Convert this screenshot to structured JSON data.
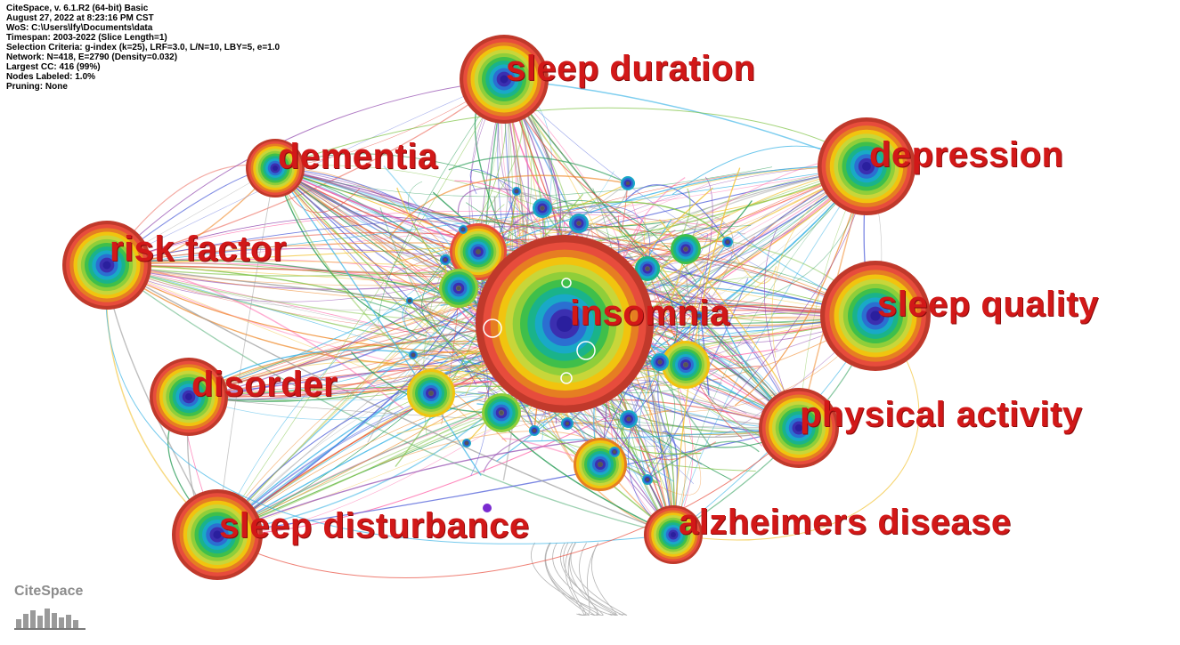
{
  "info": {
    "lines": [
      "CiteSpace, v. 6.1.R2 (64-bit) Basic",
      "August 27, 2022 at 8:23:16 PM CST",
      "WoS: C:\\Users\\lfy\\Documents\\data",
      "Timespan: 2003-2022 (Slice Length=1)",
      "Selection Criteria: g-index (k=25), LRF=3.0, L/N=10, LBY=5, e=1.0",
      "Network: N=418, E=2790 (Density=0.032)",
      "Largest CC: 416 (99%)",
      "Nodes Labeled: 1.0%",
      "Pruning: None"
    ]
  },
  "keywords": [
    {
      "id": "sleep-duration",
      "label": "sleep duration"
    },
    {
      "id": "dementia",
      "label": "dementia"
    },
    {
      "id": "depression",
      "label": "depression"
    },
    {
      "id": "risk-factor",
      "label": "risk factor"
    },
    {
      "id": "insomnia",
      "label": "insomnia"
    },
    {
      "id": "sleep-quality",
      "label": "sleep quality"
    },
    {
      "id": "disorder",
      "label": "disorder"
    },
    {
      "id": "physical-activity",
      "label": "physical activity"
    },
    {
      "id": "sleep-disturbance",
      "label": "sleep disturbance"
    },
    {
      "id": "alzheimers-disease",
      "label": "alzheimers disease"
    }
  ],
  "logo": {
    "text": "CiteSpace"
  },
  "colors": {
    "label": "#d21818",
    "rings": [
      "#c0392b",
      "#e74c3c",
      "#e67e22",
      "#f1c40f",
      "#c8d63a",
      "#8fce3a",
      "#3fbf4a",
      "#1ab38a",
      "#19a9c7",
      "#2b6fd1",
      "#3b2fb0",
      "#666666"
    ],
    "edges": [
      "#3bb4e6",
      "#7cc242",
      "#f2c230",
      "#e84a3a",
      "#8e44ad",
      "#2d9e5a",
      "#f08a2b",
      "#4a5bd8",
      "#ff66aa",
      "#9e9e9e"
    ]
  }
}
